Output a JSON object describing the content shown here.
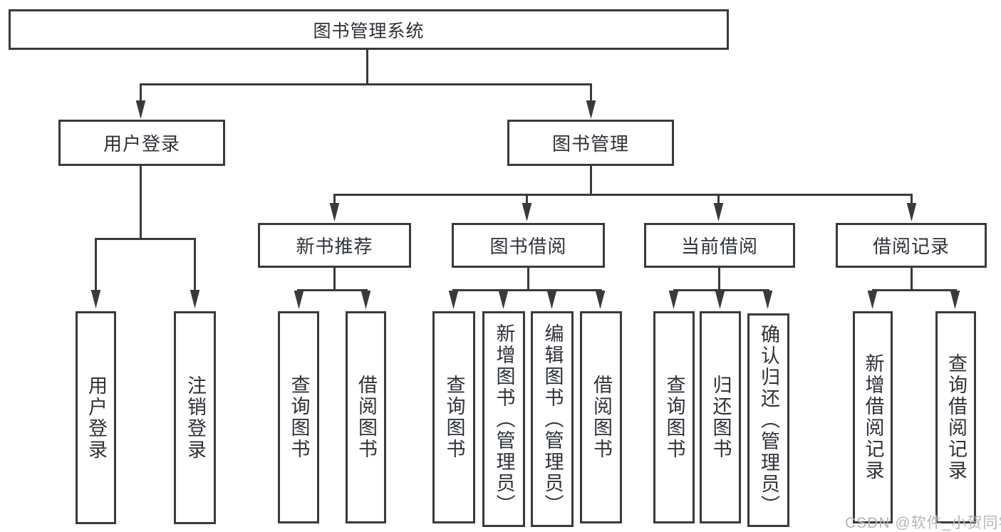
{
  "diagram": {
    "title": "图书管理系统",
    "level2": {
      "user_login": "用户登录",
      "book_management": "图书管理"
    },
    "level3": {
      "new_book_recommend": "新书推荐",
      "book_borrow": "图书借阅",
      "current_borrow": "当前借阅",
      "borrow_record": "借阅记录"
    },
    "leaves": {
      "user_login": "用户登录",
      "logout": "注销登录",
      "nb_query_book": "查询图书",
      "nb_borrow_book": "借阅图书",
      "bb_query_book": "查询图书",
      "bb_add_book": "新增图书（管理员）",
      "bb_edit_book": "编辑图书（管理员）",
      "bb_borrow_book": "借阅图书",
      "cb_query_book": "查询图书",
      "cb_return_book": "归还图书",
      "cb_confirm_return": "确认归还（管理员）",
      "br_add_record": "新增借阅记录",
      "br_query_record": "查询借阅记录"
    },
    "colors": {
      "line": "#3a3a3a",
      "text": "#2e3238",
      "background": "#ffffff",
      "watermark": "#b6b6b6"
    }
  },
  "watermark": {
    "text": "CSDN @软件_小贺同学"
  }
}
